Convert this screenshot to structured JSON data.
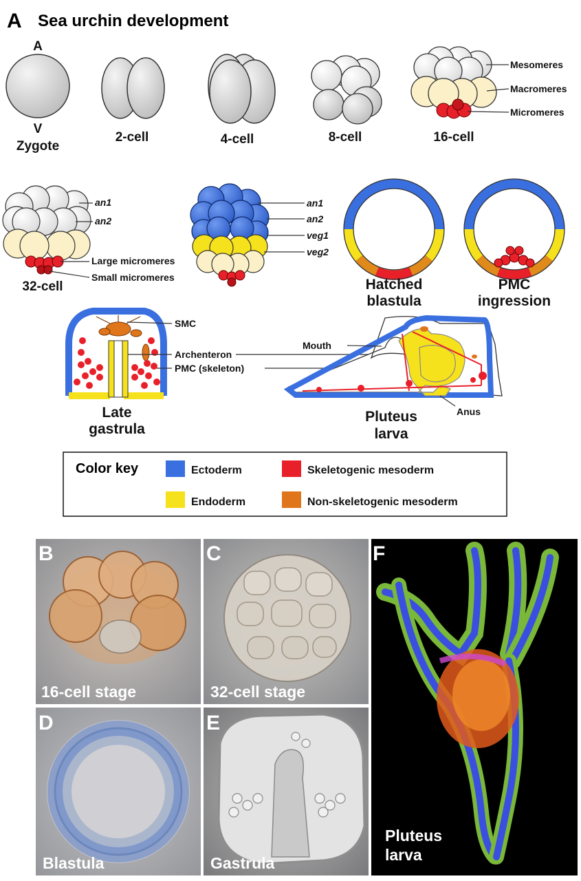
{
  "panel_a": {
    "letter": "A",
    "title": "Sea urchin development",
    "zygote": {
      "pole_top": "A",
      "pole_bottom": "V",
      "label": "Zygote"
    },
    "stages": {
      "two_cell": "2-cell",
      "four_cell": "4-cell",
      "eight_cell": "8-cell",
      "sixteen_cell": "16-cell",
      "thirty_two_cell": "32-cell",
      "hatched_blastula": [
        "Hatched",
        "blastula"
      ],
      "pmc_ingression": [
        "PMC",
        "ingression"
      ],
      "late_gastrula": [
        "Late",
        "gastrula"
      ],
      "pluteus_larva": [
        "Pluteus",
        "larva"
      ]
    },
    "callouts_16cell": [
      "Mesomeres",
      "Macromeres",
      "Micromeres"
    ],
    "callouts_32cell": [
      "an1",
      "an2",
      "Large micromeres",
      "Small micromeres"
    ],
    "callouts_60cell": [
      "an1",
      "an2",
      "veg1",
      "veg2"
    ],
    "callouts_gastrula": [
      "SMC",
      "Archenteron",
      "PMC (skeleton)"
    ],
    "callouts_pluteus": [
      "Mouth",
      "Anus"
    ]
  },
  "color_key": {
    "title": "Color key",
    "entries": [
      {
        "label": "Ectoderm",
        "color": "#3a6fe0"
      },
      {
        "label": "Skeletogenic mesoderm",
        "color": "#e8202a"
      },
      {
        "label": "Endoderm",
        "color": "#f6e21c"
      },
      {
        "label": "Non-skeletogenic mesoderm",
        "color": "#e0761c"
      }
    ]
  },
  "colors": {
    "ectoderm": "#3a6fe0",
    "endoderm": "#f6e21c",
    "skeletogenic": "#e8202a",
    "non_skeletogenic": "#e0761c",
    "cream": "#fbf0c8",
    "grey_cell": "#d8d8d8"
  },
  "photos": [
    {
      "letter": "B",
      "caption": "16-cell stage"
    },
    {
      "letter": "C",
      "caption": "32-cell stage"
    },
    {
      "letter": "D",
      "caption": "Blastula"
    },
    {
      "letter": "E",
      "caption": "Gastrula"
    },
    {
      "letter": "F",
      "caption": [
        "Pluteus",
        "larva"
      ]
    }
  ]
}
